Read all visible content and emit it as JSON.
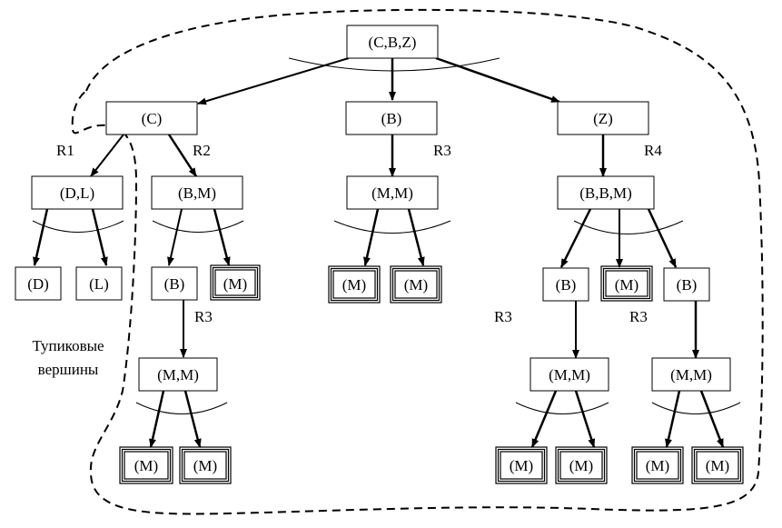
{
  "nodes": {
    "root": "(C,B,Z)",
    "c": "(C)",
    "b_top": "(B)",
    "z": "(Z)",
    "dl": "(D,L)",
    "bm": "(B,M)",
    "mm_mid": "(M,M)",
    "bbm": "(B,B,M)",
    "d": "(D)",
    "l": "(L)",
    "b_left": "(B)",
    "m_bm": "(M)",
    "m_mid1": "(M)",
    "m_mid2": "(M)",
    "b_right1": "(B)",
    "m_bbm": "(M)",
    "b_right2": "(B)",
    "mm_left": "(M,M)",
    "mm_r1": "(M,M)",
    "mm_r2": "(M,M)",
    "m_l1": "(M)",
    "m_l2": "(M)",
    "m_r1a": "(M)",
    "m_r1b": "(M)",
    "m_r2a": "(M)",
    "m_r2b": "(M)"
  },
  "rule_labels": {
    "r1": "R1",
    "r2": "R2",
    "r3_mid": "R3",
    "r4": "R4",
    "r3_left": "R3",
    "r3_right1": "R3",
    "r3_right2": "R3"
  },
  "caption": {
    "line1": "Тупиковые",
    "line2": "вершины"
  }
}
